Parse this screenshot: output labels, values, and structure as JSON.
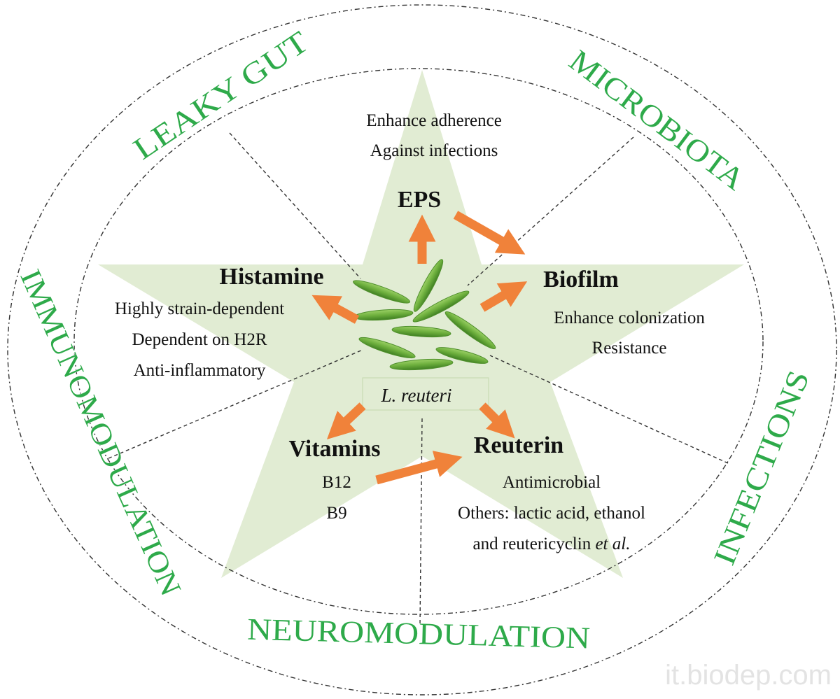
{
  "ring_labels": {
    "leaky_gut": "LEAKY GUT",
    "microbiota": "MICROBIOTA",
    "immunomodulation": "IMMUNOMODULATION",
    "infections": "INFECTIONS",
    "neuromodulation": "NEUROMODULATION"
  },
  "eps": {
    "title": "EPS",
    "lines": [
      "Enhance adherence",
      "Against infections"
    ]
  },
  "histamine": {
    "title": "Histamine",
    "lines": [
      "Highly strain-dependent",
      "Dependent on H2R",
      "Anti-inflammatory"
    ]
  },
  "biofilm": {
    "title": "Biofilm",
    "lines": [
      "Enhance colonization",
      "Resistance"
    ]
  },
  "vitamins": {
    "title": "Vitamins",
    "lines": [
      "B12",
      "B9"
    ]
  },
  "reuterin": {
    "title": "Reuterin",
    "lines": [
      "Antimicrobial",
      "Others: lactic acid, ethanol"
    ],
    "line3_prefix": "and reutericyclin ",
    "line3_italic": "et al."
  },
  "center_label": "L. reuteri",
  "watermark": "it.biodep.com",
  "colors": {
    "star_fill": "#e1ecd3",
    "ring_text": "#2eaa4a",
    "arrow": "#f0823a",
    "bacteria": "#6cae3c"
  }
}
